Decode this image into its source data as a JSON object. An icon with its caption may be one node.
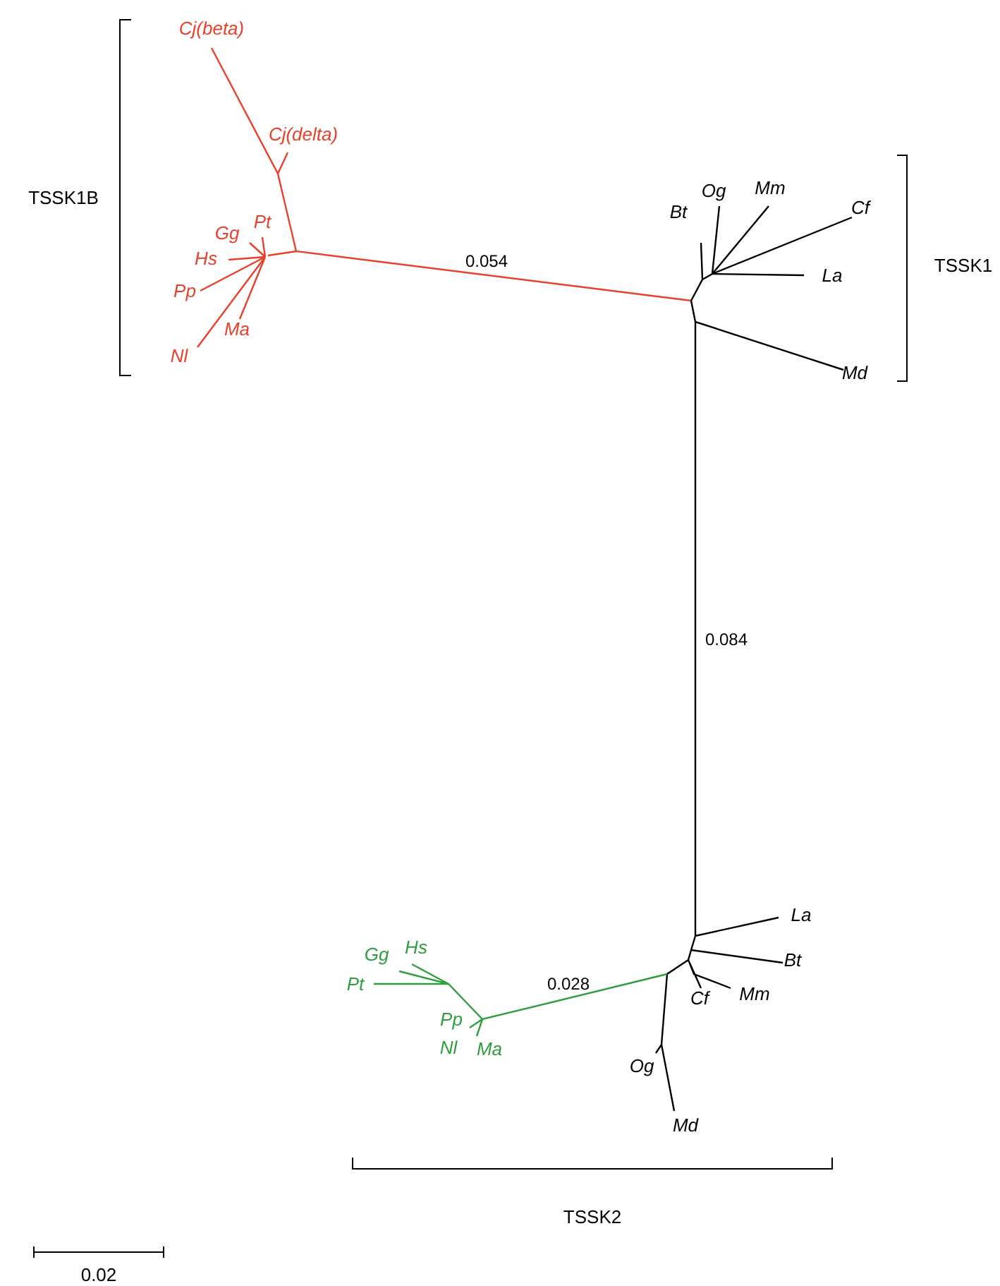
{
  "diagram": {
    "labels": [
      "Cj(beta)",
      "Cj(delta)",
      "TSSK1B",
      "Og",
      "Mm",
      "Bt",
      "Gg",
      "Pt",
      "Cf",
      "Hs",
      "0.054",
      "TSSK1",
      "La",
      "Pp",
      "Ma",
      "Nl",
      "Md",
      "0.084",
      "La",
      "Gg",
      "Hs",
      "Bt",
      "Pt",
      "0.028",
      "Cf",
      "Mm",
      "Pp",
      "Nl",
      "Ma",
      "Og",
      "Md",
      "TSSK2",
      "0.02"
    ]
  }
}
